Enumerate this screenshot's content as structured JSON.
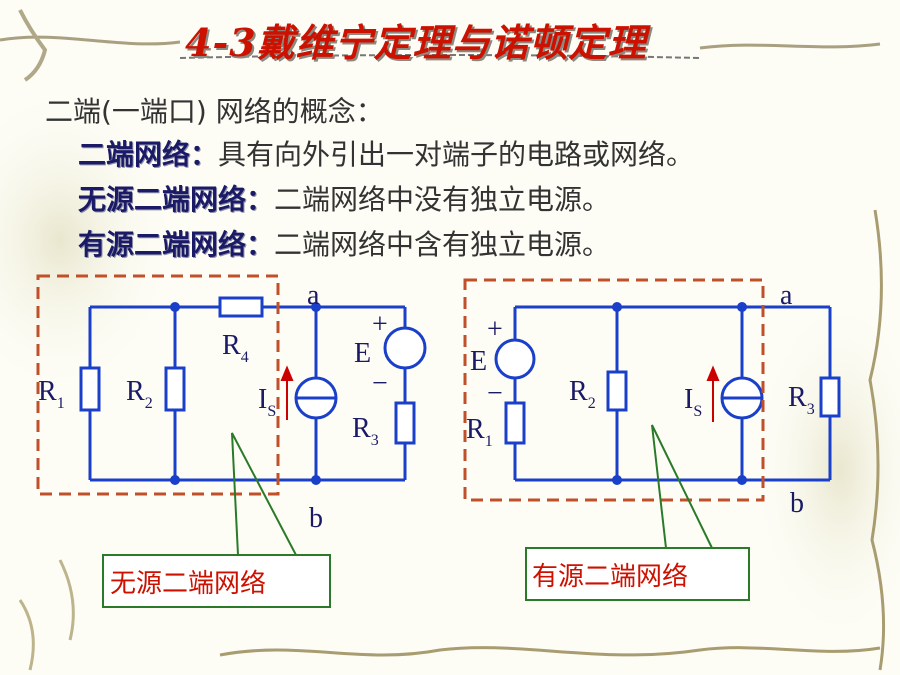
{
  "slide": {
    "title": "4-3戴维宁定理与诺顿定理",
    "intro": "二端(一端口) 网络的概念：",
    "definitions": [
      {
        "term": "二端网络：",
        "desc": "具有向外引出一对端子的电路或网络。"
      },
      {
        "term": "无源二端网络：",
        "desc": "二端网络中没有独立电源。"
      },
      {
        "term": "有源二端网络：",
        "desc": "二端网络中含有独立电源。"
      }
    ]
  },
  "circuit_left": {
    "labels": {
      "a": "a",
      "b": "b",
      "R1": "R",
      "R1_sub": "1",
      "R2": "R",
      "R2_sub": "2",
      "R3": "R",
      "R3_sub": "3",
      "R4": "R",
      "R4_sub": "4",
      "E": "E",
      "plus": "+",
      "minus": "−",
      "Is": "I",
      "Is_sub": "S"
    },
    "callout": "无源二端网络"
  },
  "circuit_right": {
    "labels": {
      "a": "a",
      "b": "b",
      "R1": "R",
      "R1_sub": "1",
      "R2": "R",
      "R2_sub": "2",
      "R3": "R",
      "R3_sub": "3",
      "E": "E",
      "plus": "+",
      "minus": "−",
      "Is": "I",
      "Is_sub": "S"
    },
    "callout": "有源二端网络"
  },
  "colors": {
    "wire": "#1a3fc8",
    "dash": "#c0502a",
    "title": "#cc1100",
    "callout_border": "#2a7a2a",
    "callout_text": "#cc1100",
    "arrow": "#cc0000"
  }
}
